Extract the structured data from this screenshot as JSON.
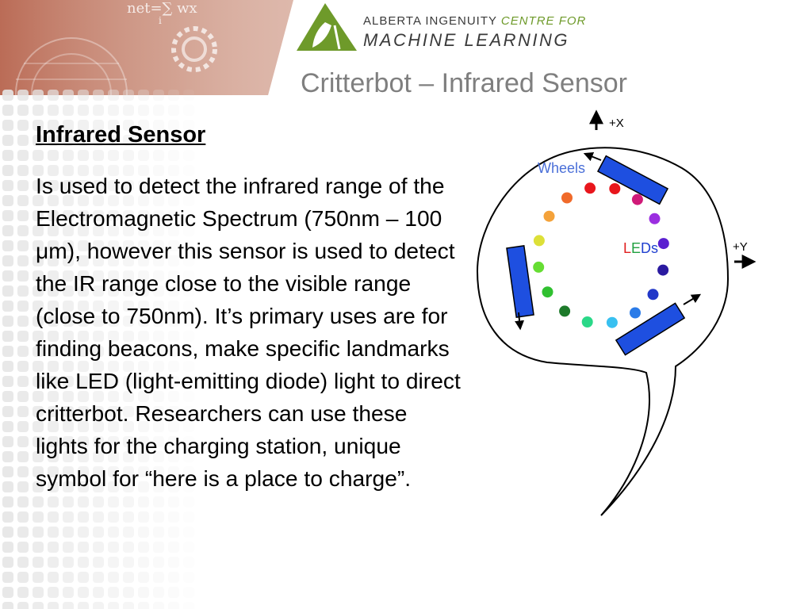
{
  "logo": {
    "line1_main": "ALBERTA INGENUITY",
    "line1_accent": "CENTRE FOR",
    "line2": "MACHINE LEARNING",
    "icon": "triangle-leaf-logo-icon",
    "colors": {
      "green": "#6e9a2a",
      "text": "#3a3a3a"
    }
  },
  "header_art": {
    "formula_text": "net=∑ wx",
    "formula_sub": "i",
    "gear_icon": "gear-icon",
    "color": "#a8533f"
  },
  "slide": {
    "title": "Critterbot – Infrared Sensor",
    "section_heading": "Infrared Sensor",
    "body": "Is used to detect the infrared range of the Electromagnetic Spectrum (750nm – 100 μm), however this sensor is used to detect the IR range close to the visible range (close to 750nm). It’s primary uses are for finding beacons, make specific landmarks like LED (light-emitting diode) light to direct critterbot. Researchers can use these lights for the charging station, unique symbol for “here is a place to charge”."
  },
  "diagram": {
    "x_axis_label": "+X",
    "y_axis_label": "+Y",
    "wheels_label": "Wheels",
    "leds_label": {
      "L": "L",
      "E": "E",
      "D": "D",
      "s": "s"
    },
    "label_colors": {
      "wheels": "#4a6fd8",
      "L": "#e02020",
      "E": "#20a040",
      "D": "#2040d0",
      "s": "#2040d0"
    },
    "wheel_color": "#1e4fe0",
    "led_colors": [
      "#e8161c",
      "#e8161c",
      "#d01a78",
      "#9b2ee0",
      "#5a1fd0",
      "#2a1aa0",
      "#2238c8",
      "#2a7be8",
      "#38c0f0",
      "#2ad888",
      "#1d7a2a",
      "#30c030",
      "#66dd33",
      "#dde038",
      "#f4a23a",
      "#f06a2a"
    ]
  }
}
